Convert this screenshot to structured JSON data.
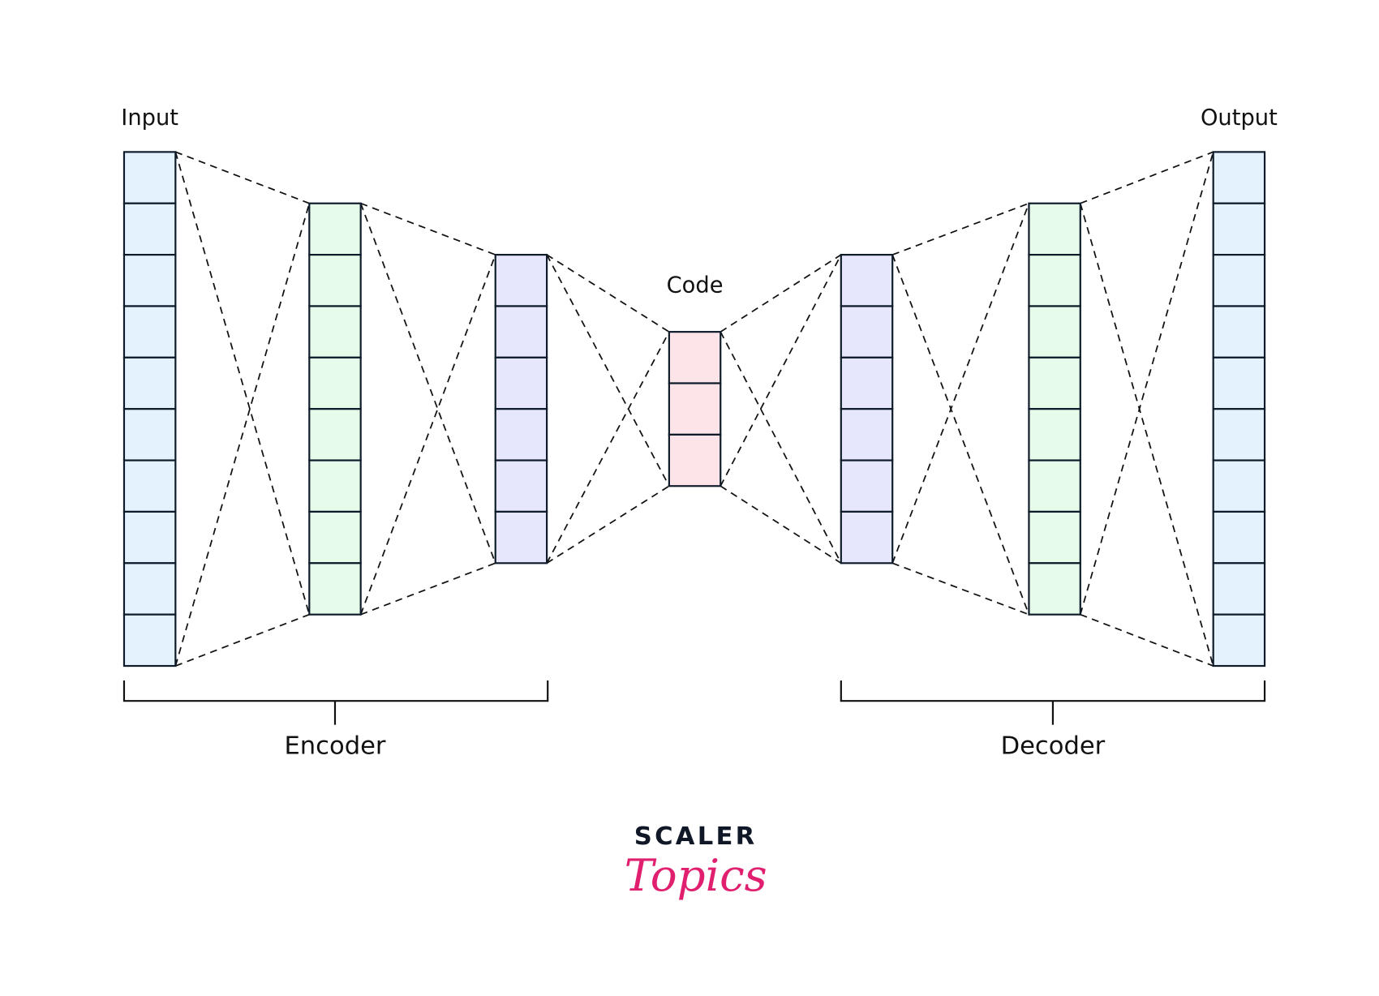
{
  "labels": {
    "input": "Input",
    "output": "Output",
    "code": "Code",
    "encoder": "Encoder",
    "decoder": "Decoder"
  },
  "layers": [
    {
      "name": "input",
      "cells": 10,
      "color": "#e3f2fd"
    },
    {
      "name": "encoder-hidden-1",
      "cells": 8,
      "color": "#e6fbe9"
    },
    {
      "name": "encoder-hidden-2",
      "cells": 6,
      "color": "#e6e6fc"
    },
    {
      "name": "code",
      "cells": 3,
      "color": "#fde4e8"
    },
    {
      "name": "decoder-hidden-1",
      "cells": 6,
      "color": "#e6e6fc"
    },
    {
      "name": "decoder-hidden-2",
      "cells": 8,
      "color": "#e6fbe9"
    },
    {
      "name": "output",
      "cells": 10,
      "color": "#e3f2fd"
    }
  ],
  "logo": {
    "line1": "SCALER",
    "line2": "Topics",
    "color": "#e0206f"
  }
}
